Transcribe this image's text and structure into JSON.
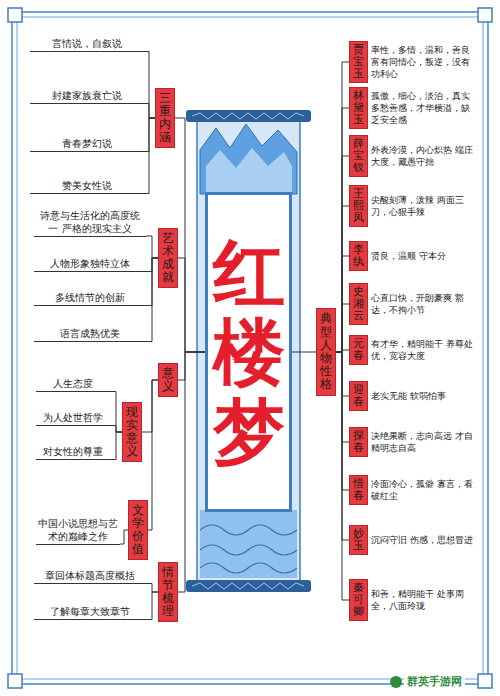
{
  "diagram": {
    "nodes": [
      {
        "text": [
          "红楼梦"
        ]
      },
      {
        "text": [
          "三重内涵"
        ]
      },
      {
        "text": [
          "言情说，自叙说"
        ]
      },
      {
        "text": [
          "封建家族衰亡说"
        ]
      },
      {
        "text": [
          "青春梦幻说"
        ]
      },
      {
        "text": [
          "赞美女性说"
        ]
      },
      {
        "text": [
          "艺术成就"
        ]
      },
      {
        "text": [
          "诗意与生活化的高度统一 严格的现实主义"
        ]
      },
      {
        "text": [
          "人物形象独特立体"
        ]
      },
      {
        "text": [
          "多线情节的创新"
        ]
      },
      {
        "text": [
          "语言成熟优美"
        ]
      },
      {
        "text": [
          "意义"
        ]
      },
      {
        "text": [
          "现实意义"
        ]
      },
      {
        "text": [
          "人生态度"
        ]
      },
      {
        "text": [
          "为人处世哲学"
        ]
      },
      {
        "text": [
          "对女性的尊重"
        ]
      },
      {
        "text": [
          "文学价值"
        ]
      },
      {
        "text": [
          "中国小说思想与艺术的巅峰之作"
        ]
      },
      {
        "text": [
          "情节梳理"
        ]
      },
      {
        "text": [
          "章回体标题高度概括"
        ]
      },
      {
        "text": [
          "了解每章大致章节"
        ]
      },
      {
        "text": [
          "典型人物性格"
        ]
      },
      {
        "text": [
          "贾宝玉"
        ]
      },
      {
        "text": [
          "林黛玉"
        ]
      },
      {
        "text": [
          "薛宝钗"
        ]
      },
      {
        "text": [
          "王熙凤"
        ]
      },
      {
        "text": [
          "李纨"
        ]
      },
      {
        "text": [
          "史湘云"
        ]
      },
      {
        "text": [
          "元春"
        ]
      },
      {
        "text": [
          "迎春"
        ]
      },
      {
        "text": [
          "探春"
        ]
      },
      {
        "text": [
          "惜春"
        ]
      },
      {
        "text": [
          "妙玉"
        ]
      },
      {
        "text": [
          "秦可卿"
        ]
      }
    ],
    "edges": [
      {
        "from": 0,
        "to": 1,
        "arrow": "none"
      },
      {
        "from": 0,
        "to": 6,
        "arrow": "none"
      },
      {
        "from": 0,
        "to": 11,
        "arrow": "none"
      },
      {
        "from": 0,
        "to": 18,
        "arrow": "none"
      },
      {
        "from": 0,
        "to": 21,
        "arrow": "none"
      },
      {
        "from": 1,
        "to": 2,
        "arrow": "none"
      },
      {
        "from": 1,
        "to": 3,
        "arrow": "none"
      },
      {
        "from": 1,
        "to": 4,
        "arrow": "none"
      },
      {
        "from": 1,
        "to": 5,
        "arrow": "none"
      },
      {
        "from": 6,
        "to": 7,
        "arrow": "none"
      },
      {
        "from": 6,
        "to": 8,
        "arrow": "none"
      },
      {
        "from": 6,
        "to": 9,
        "arrow": "none"
      },
      {
        "from": 6,
        "to": 10,
        "arrow": "none"
      },
      {
        "from": 11,
        "to": 12,
        "arrow": "none"
      },
      {
        "from": 11,
        "to": 16,
        "arrow": "none"
      },
      {
        "from": 12,
        "to": 13,
        "arrow": "none"
      },
      {
        "from": 12,
        "to": 14,
        "arrow": "none"
      },
      {
        "from": 12,
        "to": 15,
        "arrow": "none"
      },
      {
        "from": 16,
        "to": 17,
        "arrow": "none"
      },
      {
        "from": 18,
        "to": 19,
        "arrow": "none"
      },
      {
        "from": 18,
        "to": 20,
        "arrow": "none"
      },
      {
        "from": 21,
        "to": 22,
        "arrow": "none"
      },
      {
        "from": 21,
        "to": 23,
        "arrow": "none"
      },
      {
        "from": 21,
        "to": 24,
        "arrow": "none"
      },
      {
        "from": 21,
        "to": 25,
        "arrow": "none"
      },
      {
        "from": 21,
        "to": 26,
        "arrow": "none"
      },
      {
        "from": 21,
        "to": 27,
        "arrow": "none"
      },
      {
        "from": 21,
        "to": 28,
        "arrow": "none"
      },
      {
        "from": 21,
        "to": 29,
        "arrow": "none"
      },
      {
        "from": 21,
        "to": 30,
        "arrow": "none"
      },
      {
        "from": 21,
        "to": 31,
        "arrow": "none"
      },
      {
        "from": 21,
        "to": 32,
        "arrow": "none"
      },
      {
        "from": 21,
        "to": 33,
        "arrow": "none"
      }
    ],
    "labels": [
      "率性，多情，温和，善良 富有同情心，叛逆，没有功利心",
      "孤傲，细心，淡泊，真实 多愁善感，才华横溢，缺乏安全感",
      "外表冷漠，内心炽热 端庄大度，藏愚守拙",
      "尖酸刻薄，泼辣 两面三刀，心狠手辣",
      "贤良，温顺 守本分",
      "心直口快，开朗豪爽 豁达，不拘小节",
      "有才华，精明能干 养尊处优，宽容大度",
      "老实无能 软弱怕事",
      "决绝果断，志向高远 才自精明志自高",
      "冷面冷心，孤僻 寡言，看破红尘",
      "沉闷守旧 伤感，思想冒进",
      "和善，精明能干 处事周全，八面玲珑",
      "群英手游网"
    ]
  }
}
